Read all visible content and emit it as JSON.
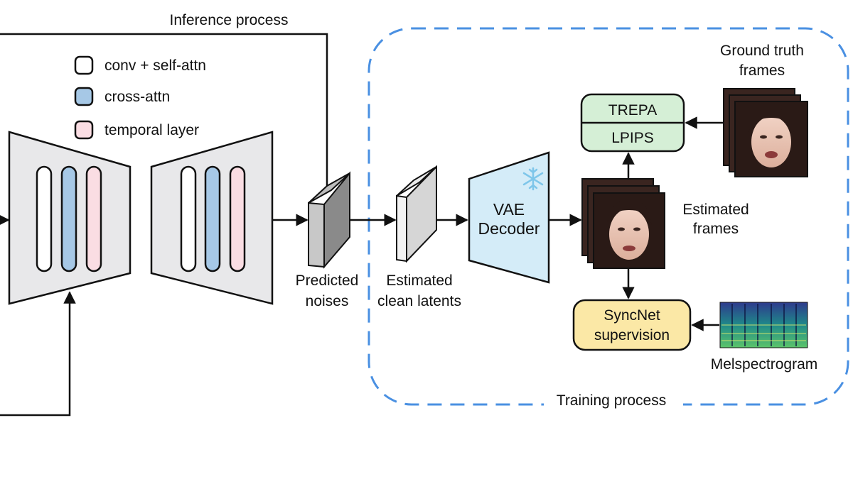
{
  "inference_label": "Inference process",
  "training_label": "Training process",
  "legend": [
    {
      "label": "conv + self-attn",
      "color": "#ffffff"
    },
    {
      "label": "cross-attn",
      "color": "#a6c8e6"
    },
    {
      "label": "temporal layer",
      "color": "#fadde3"
    }
  ],
  "labels": {
    "predicted_noises": [
      "Predicted",
      "noises"
    ],
    "estimated_clean_latents": [
      "Estimated",
      "clean latents"
    ],
    "vae_decoder": [
      "VAE",
      "Decoder"
    ],
    "estimated_frames": [
      "Estimated",
      "frames"
    ],
    "ground_truth_frames": [
      "Ground truth",
      "frames"
    ],
    "trepa": "TREPA",
    "lpips": "LPIPS",
    "syncnet": [
      "SyncNet",
      "supervision"
    ],
    "melspectrogram": "Melspectrogram"
  },
  "colors": {
    "unet_fill": "#e8e8ea",
    "loss_box_fill": "#d5efd6",
    "syncnet_fill": "#fbe8a6",
    "vae_fill": "#d4ecf8",
    "dashed_border": "#4a90e2",
    "noise_block": "#8a8a8a",
    "latent_block": "#d6d6d6"
  },
  "icons": [
    "snowflake-icon",
    "face-frame-icon",
    "spectrogram-icon"
  ]
}
